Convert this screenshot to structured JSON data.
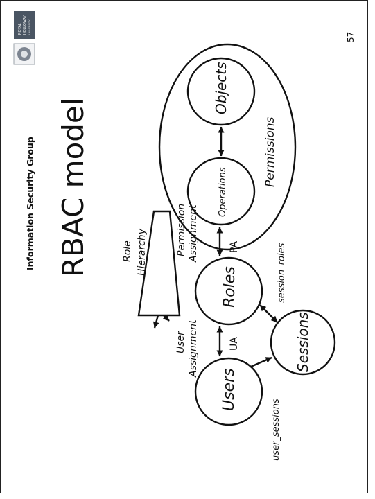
{
  "header": {
    "group": "Information Security Group",
    "page_number": "57",
    "logo_text": "ROYAL HOLLOWAY UNIVERSITY OF LONDON"
  },
  "slide": {
    "title": "RBAC model"
  },
  "diagram": {
    "nodes": {
      "users": "Users",
      "roles": "Roles",
      "sessions": "Sessions",
      "operations": "Operations",
      "objects": "Objects",
      "permissions": "Permissions"
    },
    "labels": {
      "user_assignment_1": "User",
      "user_assignment_2": "Assignment",
      "ua": "UA",
      "role_hierarchy_1": "Role",
      "role_hierarchy_2": "Hierarchy",
      "permission_assignment_1": "Permission",
      "permission_assignment_2": "Assignment",
      "pa": "PA",
      "session_roles": "session_roles",
      "user_sessions": "user_sessions"
    }
  },
  "colors": {
    "ink": "#111111",
    "crest_blue": "#4a5563",
    "crest_grey": "#7d8591"
  }
}
